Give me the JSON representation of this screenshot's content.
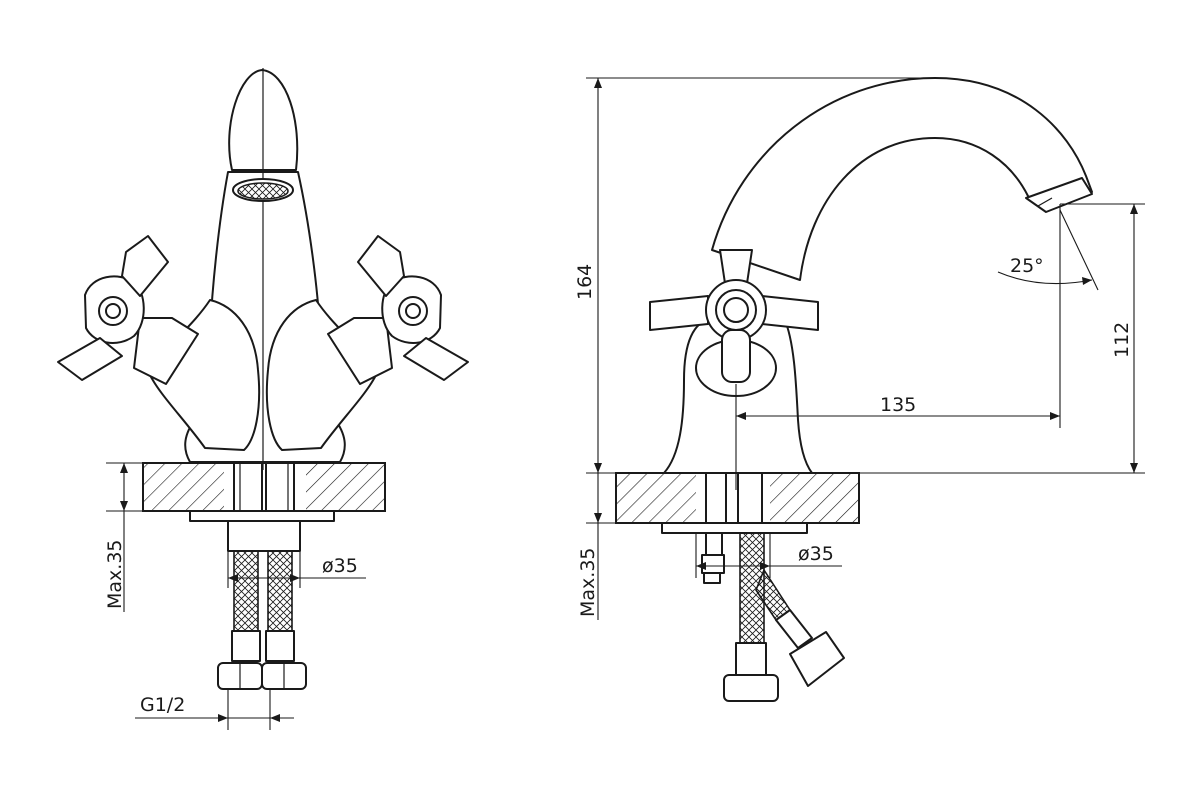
{
  "front_view": {
    "mounting_thickness_label": "Max.35",
    "hole_diameter_label": "ø35",
    "connection_thread_label": "G1/2"
  },
  "side_view": {
    "total_height_label": "164",
    "outlet_height_label": "112",
    "spout_reach_label": "135",
    "outlet_angle_label": "25°",
    "mounting_thickness_label": "Max.35",
    "hole_diameter_label": "ø35"
  }
}
